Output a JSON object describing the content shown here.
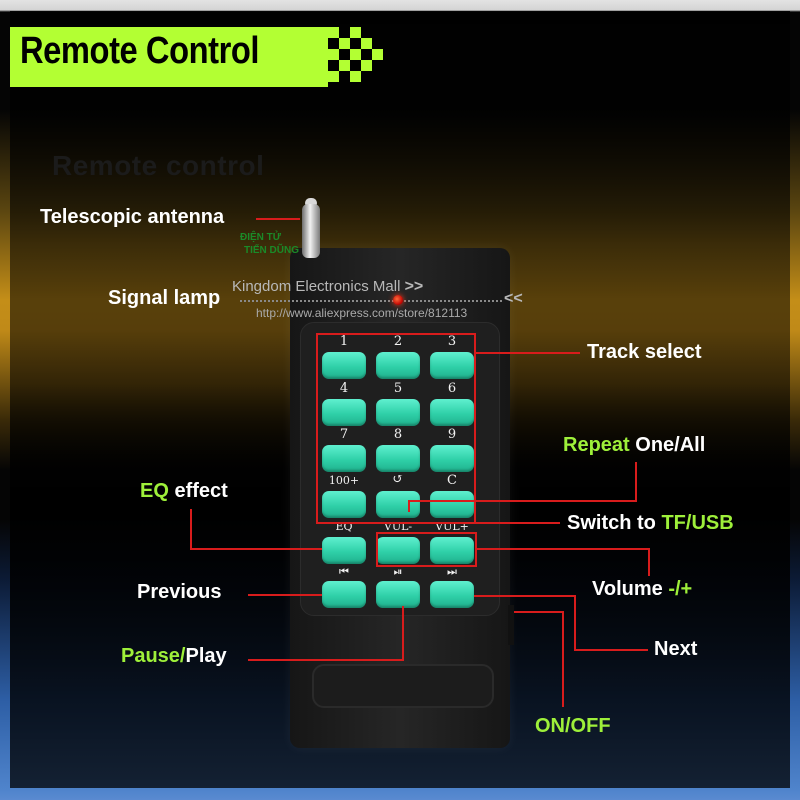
{
  "title": "Remote Control",
  "faded_title": "Remote control",
  "watermark": {
    "line1": "ĐIỆN TỬ",
    "line2": "TIẾN DŨNG",
    "mall": "Kingdom Electronics Mall",
    "mall_arrows_right": ">>",
    "mall_arrows_left": "<<",
    "url": "http://www.aliexpress.com/store/812113"
  },
  "colors": {
    "banner": "#b3ff33",
    "accent_text": "#9ef03a",
    "button": "#3fe0b8",
    "callout_line": "#d81c1c"
  },
  "labels": {
    "antenna": "Telescopic antenna",
    "lamp": "Signal lamp",
    "track": "Track select",
    "repeat_green": "Repeat",
    "repeat_rest": " One/All",
    "eq_green": "EQ",
    "eq_rest": " effect",
    "switch_rest": "Switch to ",
    "switch_green": "TF/USB",
    "volume_rest": "Volume ",
    "volume_green": "-/+",
    "previous": "Previous",
    "pause_green": "Pause/",
    "pause_rest": "Play",
    "next": "Next",
    "onoff": "ON/OFF"
  },
  "keys": [
    {
      "label": "1"
    },
    {
      "label": "2"
    },
    {
      "label": "3"
    },
    {
      "label": "4"
    },
    {
      "label": "5"
    },
    {
      "label": "6"
    },
    {
      "label": "7"
    },
    {
      "label": "8"
    },
    {
      "label": "9"
    },
    {
      "label": "100+"
    },
    {
      "label": "↺"
    },
    {
      "label": "C"
    },
    {
      "label": "EQ"
    },
    {
      "label": "VUL-"
    },
    {
      "label": "VUL+"
    },
    {
      "label": "⏮"
    },
    {
      "label": "⏯"
    },
    {
      "label": "⏭"
    }
  ]
}
